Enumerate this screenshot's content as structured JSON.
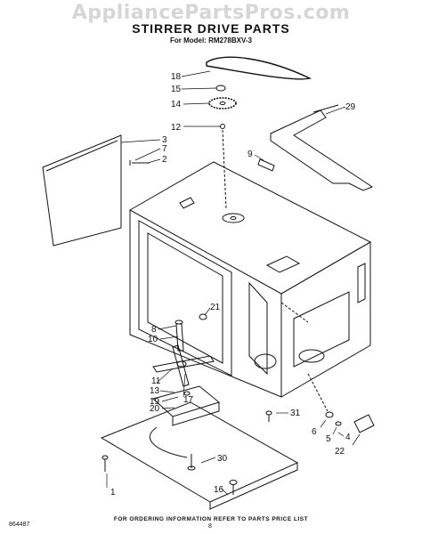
{
  "watermark": "AppliancePartsPros.com",
  "header": {
    "title": "STIRRER DRIVE PARTS",
    "model": "For Model: RM278BXV-3"
  },
  "footer": {
    "note": "FOR ORDERING INFORMATION REFER TO PARTS PRICE LIST",
    "page": "8",
    "code": "864487"
  },
  "callouts": {
    "c18": "18",
    "c15": "15",
    "c14": "14",
    "c12": "12",
    "c29": "29",
    "c3": "3",
    "c7": "7",
    "c2": "2",
    "c9": "9",
    "c21": "21",
    "c8": "8",
    "c10": "10",
    "c11": "11",
    "c13": "13",
    "c19": "19",
    "c20": "20",
    "c17": "17",
    "c1": "1",
    "c31": "31",
    "c6": "6",
    "c5": "5",
    "c4": "4",
    "c22": "22",
    "c30": "30",
    "c16": "16"
  }
}
